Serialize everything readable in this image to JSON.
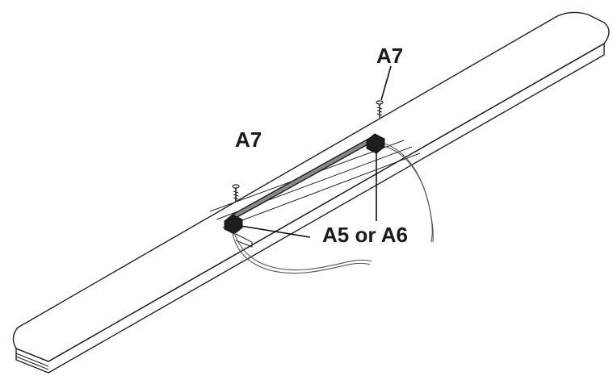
{
  "callouts": {
    "screw_left": "A7",
    "screw_right": "A7",
    "light_strip": "A5 or A6"
  },
  "colors": {
    "outline": "#222222",
    "light_bar": "#8a8a8a",
    "mount_block": "#1e1e1e",
    "wire": "#555555",
    "background": "#ffffff"
  },
  "icons": {
    "screw": "screw-icon",
    "mount_block": "mounting-bracket-icon"
  }
}
